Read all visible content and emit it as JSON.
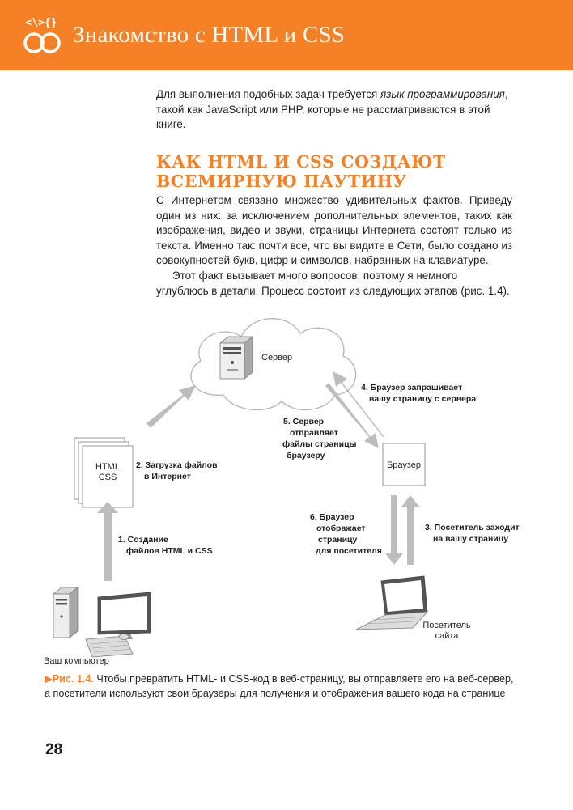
{
  "header": {
    "logo_text": "<\\>{}",
    "title": "Знакомство с HTML и CSS",
    "color": "#f58025"
  },
  "intro": {
    "before": "Для выполнения подобных задач требуется ",
    "emphasis": "язык программирования",
    "after": ", такой как JavaScript или PHP, которые не рассматриваются в этой книге."
  },
  "section": {
    "title_line1": "КАК HTML И CSS СОЗДАЮТ",
    "title_line2": "ВСЕМИРНУЮ ПАУТИНУ",
    "paragraph1": "С Интернетом связано множество удивительных фактов. Приведу один из них: за исключением дополнительных элементов, таких как изображения, видео и звуки, страницы Интернета состоят только из текста. Именно так: почти все, что вы видите в Сети, было создано из совокупностей букв, цифр и символов, набранных на клавиатуре.",
    "paragraph2": "Этот факт вызывает много вопросов, поэтому я немного углублюсь в детали. Процесс состоит из следующих этапов (рис. 1.4)."
  },
  "diagram": {
    "server_label": "Сервер",
    "files_line1": "HTML",
    "files_line2": "CSS",
    "browser_label": "Браузер",
    "computer_label": "Ваш компьютер",
    "visitor_line1": "Посетитель",
    "visitor_line2": "сайта",
    "step1": [
      "1. Создание",
      "файлов HTML и CSS"
    ],
    "step2": [
      "2. Загрузка файлов",
      "в Интернет"
    ],
    "step3": [
      "3. Посетитель заходит",
      "на вашу страницу"
    ],
    "step4": [
      "4. Браузер запрашивает",
      "вашу страницу с сервера"
    ],
    "step5": [
      "5. Сервер",
      "отправляет",
      "файлы страницы",
      "браузеру"
    ],
    "step6": [
      "6. Браузер",
      "отображает",
      "страницу",
      "для посетителя"
    ]
  },
  "caption": {
    "marker": "▶",
    "label": "Рис. 1.4.",
    "text": " Чтобы превратить HTML- и CSS-код в веб-страницу, вы отправляете его на веб-сервер, а посетители используют свои браузеры для получения и отображения вашего кода на странице"
  },
  "page_number": "28"
}
